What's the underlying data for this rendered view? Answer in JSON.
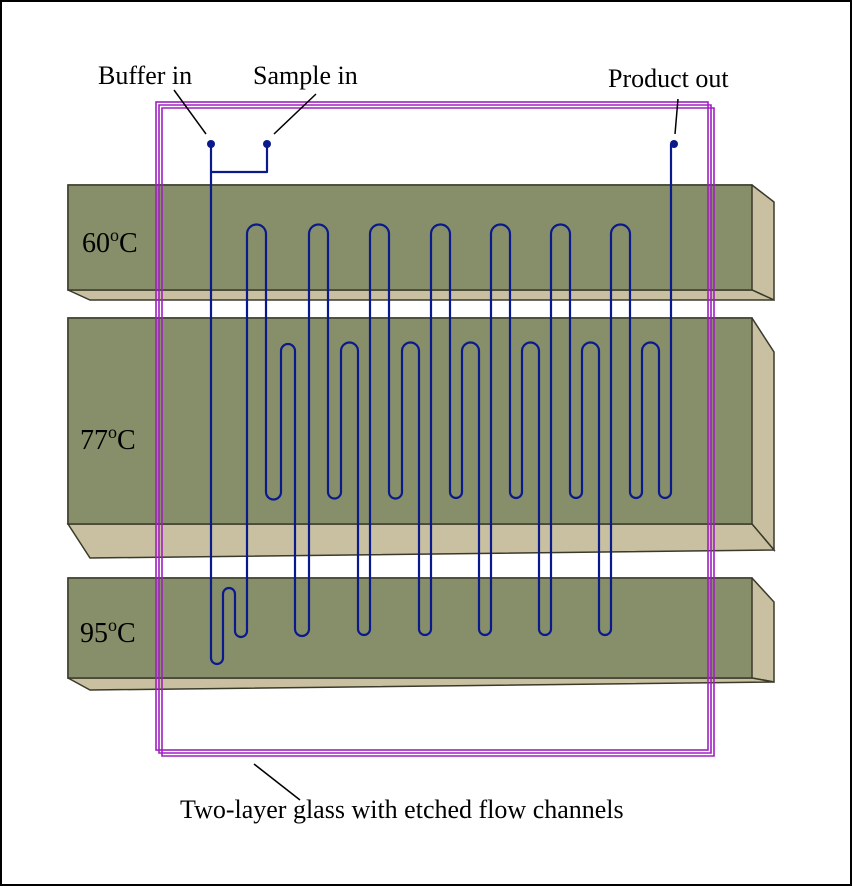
{
  "labels": {
    "buffer_in": "Buffer in",
    "sample_in": "Sample in",
    "product_out": "Product out",
    "caption": "Two-layer glass with etched flow channels"
  },
  "blocks": [
    {
      "temp": "60",
      "unit": "C",
      "deg": "o"
    },
    {
      "temp": "77",
      "unit": "C",
      "deg": "o"
    },
    {
      "temp": "95",
      "unit": "C",
      "deg": "o"
    }
  ],
  "colors": {
    "block_front": "#878f6a",
    "block_side": "#c8c0a0",
    "block_edge": "#3a3a2a",
    "glass": "#a020c0",
    "channel": "#0a1a8c"
  }
}
